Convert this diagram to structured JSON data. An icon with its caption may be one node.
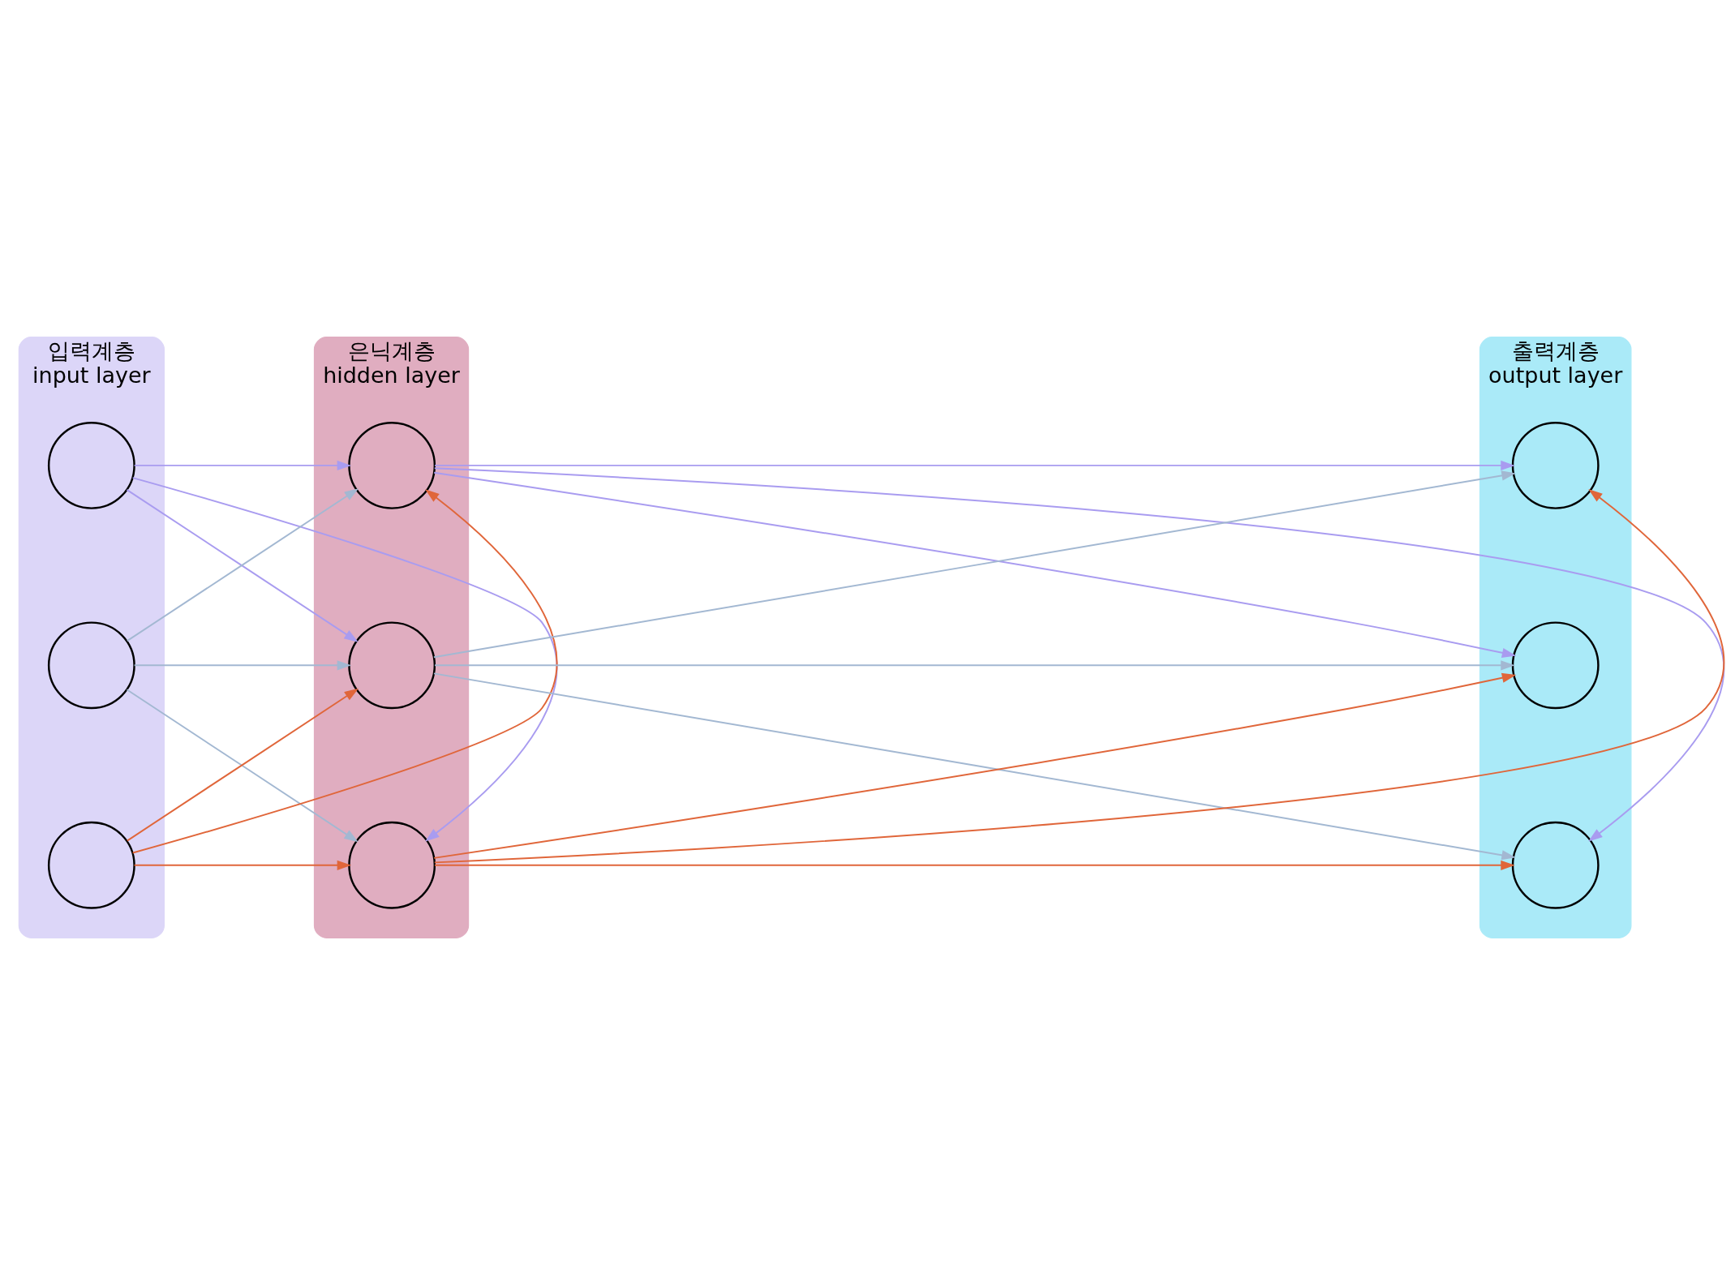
{
  "diagram": {
    "nodes": [
      {
        "text": [
          "입력계층",
          "input layer"
        ]
      },
      {
        "text": [],
        "shape": "circle",
        "in": 0
      },
      {
        "text": [],
        "shape": "circle",
        "in": 0
      },
      {
        "text": [],
        "shape": "circle",
        "in": 0
      },
      {
        "text": [
          "은닉계층",
          "hidden layer"
        ]
      },
      {
        "text": [],
        "shape": "circle",
        "in": 4
      },
      {
        "text": [],
        "shape": "circle",
        "in": 4
      },
      {
        "text": [],
        "shape": "circle",
        "in": 4
      },
      {
        "text": [
          "출력계층",
          "output layer"
        ]
      },
      {
        "text": [],
        "shape": "circle",
        "in": 8
      },
      {
        "text": [],
        "shape": "circle",
        "in": 8
      },
      {
        "text": [],
        "shape": "circle",
        "in": 8
      }
    ],
    "edges": [
      {
        "from": 1,
        "to": 5,
        "arrow": "to",
        "color": "#a99cf0"
      },
      {
        "from": 1,
        "to": 6,
        "arrow": "to",
        "color": "#a99cf0"
      },
      {
        "from": 1,
        "to": 7,
        "arrow": "to",
        "color": "#a99cf0"
      },
      {
        "from": 2,
        "to": 5,
        "arrow": "to",
        "color": "#a3b8d2"
      },
      {
        "from": 2,
        "to": 6,
        "arrow": "to",
        "color": "#a3b8d2"
      },
      {
        "from": 2,
        "to": 7,
        "arrow": "to",
        "color": "#a3b8d2"
      },
      {
        "from": 3,
        "to": 5,
        "arrow": "to",
        "color": "#e0663a"
      },
      {
        "from": 3,
        "to": 6,
        "arrow": "to",
        "color": "#e0663a"
      },
      {
        "from": 3,
        "to": 7,
        "arrow": "to",
        "color": "#e0663a"
      },
      {
        "from": 5,
        "to": 9,
        "arrow": "to",
        "color": "#a99cf0"
      },
      {
        "from": 5,
        "to": 10,
        "arrow": "to",
        "color": "#a99cf0"
      },
      {
        "from": 5,
        "to": 11,
        "arrow": "to",
        "color": "#a99cf0"
      },
      {
        "from": 6,
        "to": 9,
        "arrow": "to",
        "color": "#a3b8d2"
      },
      {
        "from": 6,
        "to": 10,
        "arrow": "to",
        "color": "#a3b8d2"
      },
      {
        "from": 6,
        "to": 11,
        "arrow": "to",
        "color": "#a3b8d2"
      },
      {
        "from": 7,
        "to": 9,
        "arrow": "to",
        "color": "#e0663a"
      },
      {
        "from": 7,
        "to": 10,
        "arrow": "to",
        "color": "#e0663a"
      },
      {
        "from": 7,
        "to": 11,
        "arrow": "to",
        "color": "#e0663a"
      }
    ]
  }
}
